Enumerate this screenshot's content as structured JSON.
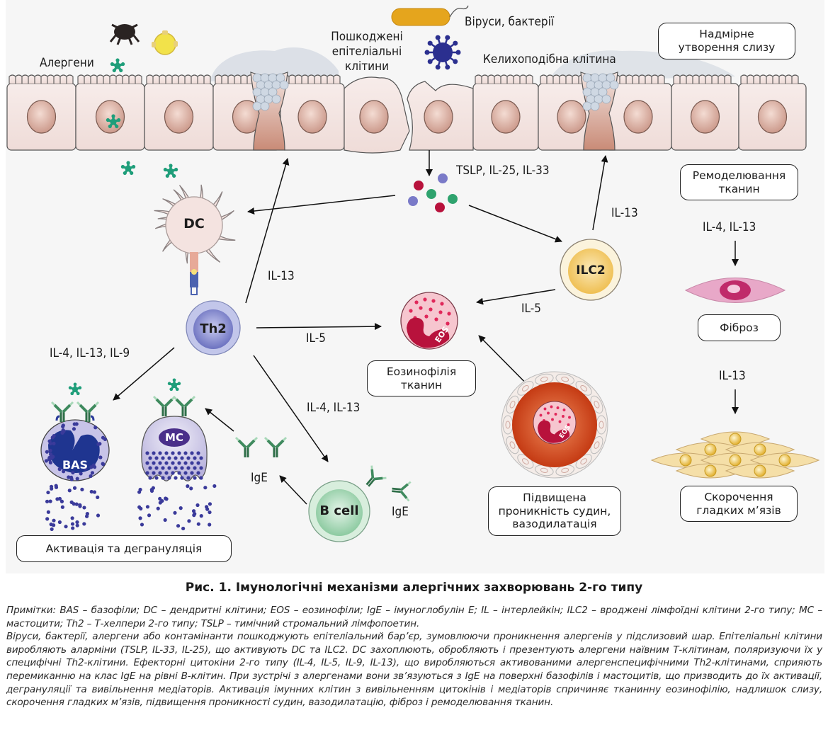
{
  "labels": {
    "allergens": "Алергени",
    "damaged_epithelial": [
      "Пошкоджені",
      "епітеліальні",
      "клітини"
    ],
    "viruses_bacteria": "Віруси, бактерії",
    "goblet_cell": "Келихоподібна клітина",
    "alarmins": "TSLP, IL-25, IL-33",
    "il13_th2_up": "IL-13",
    "il13_ilc2_up": "IL-13",
    "il5_ilc2": "IL-5",
    "il5_th2": "IL-5",
    "il4_il13_il9": "IL-4, IL-13, IL-9",
    "il4_il13_bcell": "IL-4, IL-13",
    "ige_left": "IgE",
    "ige_right": "IgE",
    "il4_il13_fibro": "IL-4, IL-13",
    "il13_smooth": "IL-13"
  },
  "cells": {
    "dc": "DC",
    "th2": "Th2",
    "ilc2": "ILC2",
    "eos": "EOS",
    "eos_vessel": "EOS",
    "bas": "BAS",
    "mc": "MC",
    "bcell": "B cell"
  },
  "boxes": {
    "mucus": [
      "Надмірне",
      "утворення слизу"
    ],
    "remodeling": [
      "Ремоделювання",
      "тканин"
    ],
    "fibrosis": [
      "Фіброз"
    ],
    "eosinophilia": [
      "Еозинофілія",
      "тканин"
    ],
    "vascular": [
      "Підвищена",
      "проникність судин,",
      "вазодилатація"
    ],
    "smooth_muscle": [
      "Скорочення",
      "гладких м’язів"
    ],
    "degranulation": [
      "Активація та дегрануляція"
    ]
  },
  "caption": "Рис. 1. Імунологічні механізми алергічних захворювань 2-го типу",
  "notes": {
    "abbreviations": "Примітки: BAS – базофіли; DC – дендритні клітини; EOS – еозинофіли; IgE – імуноглобулін Е; IL – інтерлейкін; ILC2 – вроджені лімфоїдні клітини 2-го типу; MC – мастоцити; Th2 – Т-хелпери 2-го типу; TSLP – тимічний стромальний лімфопоетин.",
    "description": "Віруси, бактерії, алергени або контамінанти пошкоджують епітеліальний бар’єр, зумовлюючи проникнення алергенів у підслизовий шар. Епітеліальні клітини виробляють аларміни (TSLP, IL-33, IL-25), що активують DC та ILC2. DC захоплюють, обробляють і презентують алергени наївним Т-клітинам, поляризуючи їх у специфічні Th2-клітини. Ефекторні цитокіни 2-го типу (IL-4, IL-5, IL-9, IL-13), що виробляються активованими алергенспецифічними Th2-клітинами, сприяють перемиканню на клас IgE на рівні В-клітин. При зустрічі з алергенами вони зв’язуються з IgE на поверхні базофілів і мастоцитів, що призводить до їх активації, дегрануляції та вивільнення медіаторів. Активація імунних клітин з вивільненням цитокінів і медіаторів спричиняє тканинну еозинофілію, надлишок слизу, скорочення гладких м’язів, підвищення проникності судин, вазодилатацію, фіброз і ремоделювання тканин."
  },
  "colors": {
    "epithelium_fill": "#f3e6e3",
    "nucleus": "#d9a99a",
    "allergen_star": "#1f9e7a",
    "virus": "#2b2f8f",
    "bacterium": "#e0a21a",
    "pollen": "#f2e24a",
    "th2": "#8a8fd0",
    "ilc2": "#f0c968",
    "eos": "#b8123c",
    "bcell": "#a8d8b8",
    "granule": "#3a3a9a",
    "alarmin_red": "#b8123c",
    "alarmin_green": "#2fa36e",
    "alarmin_purple": "#7a7ac8"
  }
}
